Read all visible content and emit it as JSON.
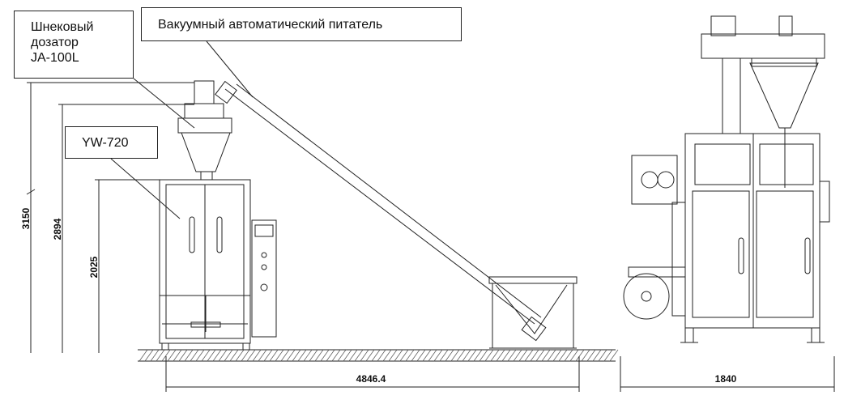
{
  "labels": {
    "auger_doser": "Шнековый\nдозатор\nJA-100L",
    "vacuum_feeder": "Вакуумный автоматический питатель",
    "packing_machine": "YW-720"
  },
  "dimensions": {
    "total_height": "3150",
    "doser_height": "2894",
    "machine_height": "2025",
    "total_length": "4846.4",
    "side_width": "1840"
  }
}
